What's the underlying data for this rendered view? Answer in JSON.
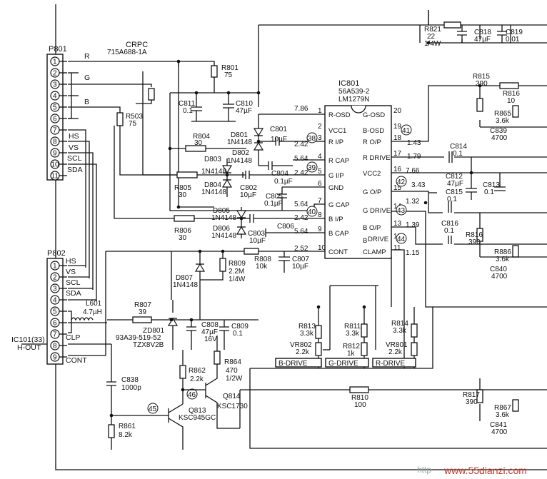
{
  "crpc": {
    "title": "CRPC",
    "part": "715A688-1A"
  },
  "p801": {
    "ref": "P801",
    "pins": [
      "1",
      "2",
      "3",
      "4",
      "5",
      "6",
      "7",
      "8",
      "9",
      "10",
      "11"
    ],
    "signals": {
      "r": "R",
      "g": "G",
      "b": "B",
      "hs": "HS",
      "vs": "VS",
      "scl": "SCL",
      "sda": "SDA"
    }
  },
  "p802": {
    "ref": "P802",
    "pins": [
      "1",
      "2",
      "3",
      "4",
      "5",
      "6",
      "7",
      "8",
      "9"
    ],
    "signals": {
      "hs": "HS",
      "vs": "VS",
      "scl": "SCL",
      "sda": "SDA",
      "clp": "CLP",
      "cont": "CONT"
    }
  },
  "hout": {
    "line1": "IC101(33)",
    "line2": "H-OUT"
  },
  "ic": {
    "ref": "IC801",
    "part1": "56A539-2",
    "part2": "LM1279N",
    "left": [
      {
        "n": "1",
        "name": "R-OSD"
      },
      {
        "n": "2",
        "name": "VCC1"
      },
      {
        "n": "3",
        "name": "R I/P"
      },
      {
        "n": "4",
        "name": "R CAP"
      },
      {
        "n": "5",
        "name": "G I/P"
      },
      {
        "n": "6",
        "name": "GND"
      },
      {
        "n": "7",
        "name": "G CAP"
      },
      {
        "n": "8",
        "name": "B I/P"
      },
      {
        "n": "9",
        "name": "B CAP"
      },
      {
        "n": "10",
        "name": "CONT"
      }
    ],
    "right": [
      {
        "n": "20",
        "name": "G-OSD"
      },
      {
        "n": "19",
        "name": "B-OSD"
      },
      {
        "n": "18",
        "name": "R O/P"
      },
      {
        "n": "17",
        "name": "R DRIVE"
      },
      {
        "n": "16",
        "name": "VCC2"
      },
      {
        "n": "15",
        "name": "G O/P"
      },
      {
        "n": "14",
        "name": "G DRIVE"
      },
      {
        "n": "13",
        "name": "B O/P"
      },
      {
        "n": "12",
        "name": "B"
      },
      {
        "n": "11",
        "name": "CLAMP"
      }
    ],
    "right_extra": "DRIVE"
  },
  "voltages": {
    "v1": "7.86",
    "v2": "2.42",
    "v3": "5.64",
    "v4": "2.42",
    "v5": "5.64",
    "v6": "2.42",
    "v7": "5.64",
    "v8": "2.52",
    "v18": "1.43",
    "v17": "1.79",
    "v16": "7.66",
    "v15": "3.43",
    "v14": "1.32",
    "v13": "1.39",
    "v11": "1.15"
  },
  "testpoints": [
    "38",
    "39",
    "40",
    "41",
    "42",
    "43",
    "44",
    "45",
    "46"
  ],
  "components": {
    "r801": {
      "ref": "R801",
      "val": "75"
    },
    "r503": {
      "ref": "R503",
      "val": "75"
    },
    "c811": {
      "ref": "C811",
      "val": "0.1"
    },
    "c810": {
      "ref": "C810",
      "val": "47µF"
    },
    "r804": {
      "ref": "R804",
      "val": "30"
    },
    "r805": {
      "ref": "R805",
      "val": "30"
    },
    "r806": {
      "ref": "R806",
      "val": "30"
    },
    "d801": {
      "ref": "D801",
      "val": "1N4148"
    },
    "d802": {
      "ref": "D802",
      "val": "1N4148"
    },
    "d803": {
      "ref": "D803",
      "val": "1N4148"
    },
    "d804": {
      "ref": "D804",
      "val": "1N4148"
    },
    "d805": {
      "ref": "D805",
      "val": "1N4148"
    },
    "d806": {
      "ref": "D806",
      "val": "1N4148"
    },
    "d807": {
      "ref": "D807",
      "val": "1N4148"
    },
    "c801": {
      "ref": "C801",
      "val": "10µF"
    },
    "c804": {
      "ref": "C804",
      "val": "0.1µF"
    },
    "c802": {
      "ref": "C802",
      "val": "10µF"
    },
    "c805": {
      "ref": "C805",
      "val": "0.1µF"
    },
    "c803": {
      "ref": "C803",
      "val": "10µF"
    },
    "c806": {
      "ref": "C806",
      "val": ""
    },
    "r808": {
      "ref": "R808",
      "val": "10k"
    },
    "c807": {
      "ref": "C807",
      "val": "10µF"
    },
    "r809": {
      "ref": "R809",
      "val1": "2.2M",
      "val2": "1/4W"
    },
    "l601": {
      "ref": "L601",
      "val": "4.7µH"
    },
    "r807": {
      "ref": "R807",
      "val": "39"
    },
    "zd801": {
      "ref": "ZD801",
      "val1": "93A39-519-52",
      "val2": "TZX8V2B"
    },
    "c808": {
      "ref": "C808",
      "val1": "47µF",
      "val2": "16V"
    },
    "c809": {
      "ref": "C809",
      "val": "0.1"
    },
    "c838": {
      "ref": "C838",
      "val": "1000p"
    },
    "r861": {
      "ref": "R861",
      "val": "8.2k"
    },
    "r862": {
      "ref": "R862",
      "val": "2.2k"
    },
    "r864": {
      "ref": "R864",
      "val1": "470",
      "val2": "1/2W"
    },
    "q813": {
      "ref": "Q813",
      "val": "KSC945GC"
    },
    "q814": {
      "ref": "Q814",
      "val": "KSC1730"
    },
    "r810": {
      "ref": "R810",
      "val": "100"
    },
    "r813": {
      "ref": "R813",
      "val": "3.3k"
    },
    "r811": {
      "ref": "R811",
      "val": "3.3k"
    },
    "r814": {
      "ref": "R814",
      "val": "3.3k"
    },
    "vr802": {
      "ref": "VR802",
      "val": "2.2k"
    },
    "r812": {
      "ref": "R812",
      "val": "1k"
    },
    "vr801": {
      "ref": "VR801",
      "val": "2.2k"
    },
    "r821": {
      "ref": "R821",
      "val1": "22",
      "val2": "1/4W"
    },
    "c818": {
      "ref": "C818",
      "val": "47µF"
    },
    "c819": {
      "ref": "C819",
      "val": "0.01"
    },
    "r815": {
      "ref": "R815",
      "val": "390"
    },
    "r816a": {
      "ref": "R816",
      "val": "10"
    },
    "r865": {
      "ref": "R865",
      "val": "3.6k"
    },
    "c839": {
      "ref": "C839",
      "val": "4700"
    },
    "c814": {
      "ref": "C814",
      "val": "0.1"
    },
    "c812": {
      "ref": "C812",
      "val": "47µF"
    },
    "c813": {
      "ref": "C813",
      "val": "0.1"
    },
    "c815": {
      "ref": "C815",
      "val": "0.1"
    },
    "c816": {
      "ref": "C816",
      "val": "0.1"
    },
    "r816b": {
      "ref": "R816",
      "val": "390"
    },
    "r886": {
      "ref": "R886",
      "val": "3.6k"
    },
    "c840": {
      "ref": "C840",
      "val": "4700"
    },
    "r817": {
      "ref": "R817",
      "val": "390"
    },
    "r867": {
      "ref": "R867",
      "val": "3.6k"
    },
    "c841": {
      "ref": "C841",
      "val": "4700"
    }
  },
  "drive_labels": {
    "b": "B-DRIVE",
    "g": "G-DRIVE",
    "r": "R-DRIVE"
  },
  "watermark": {
    "left": "http",
    "right": "www.55dianzi.com"
  }
}
